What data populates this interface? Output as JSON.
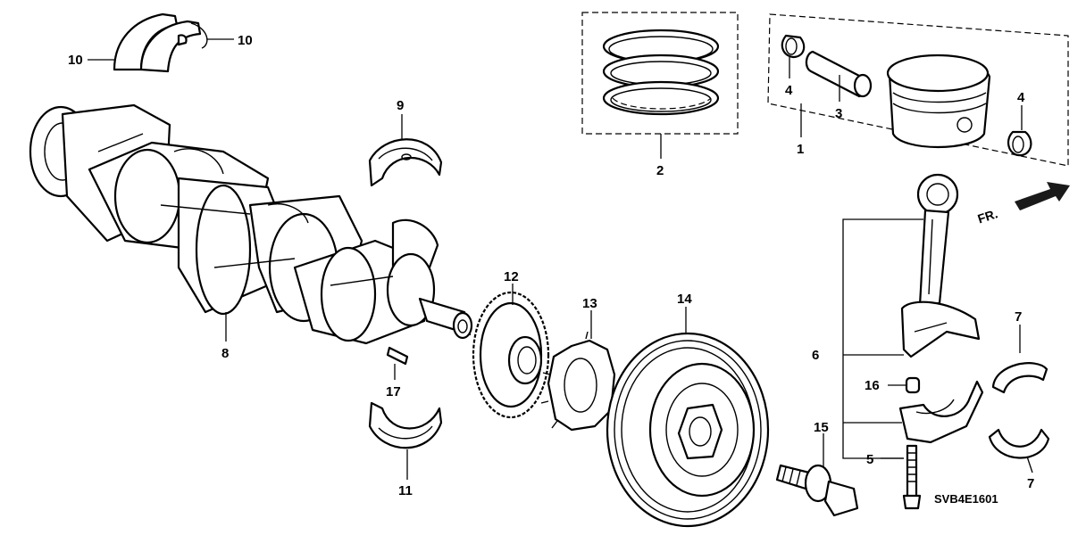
{
  "diagram": {
    "callouts": {
      "c1": "1",
      "c2": "2",
      "c3": "3",
      "c4a": "4",
      "c4b": "4",
      "c5": "5",
      "c6": "6",
      "c7a": "7",
      "c7b": "7",
      "c8": "8",
      "c9": "9",
      "c10a": "10",
      "c10b": "10",
      "c11": "11",
      "c12": "12",
      "c13": "13",
      "c14": "14",
      "c15": "15",
      "c16": "16",
      "c17": "17"
    },
    "direction_label": "FR.",
    "drawing_code": "SVB4E1601"
  }
}
